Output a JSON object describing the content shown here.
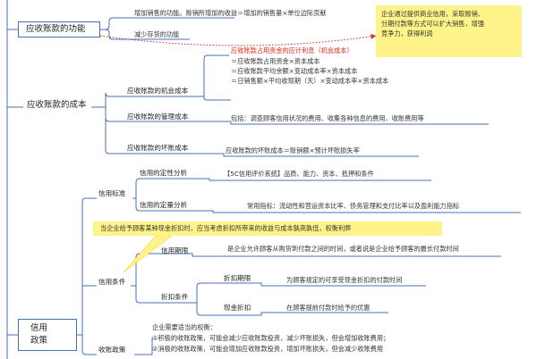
{
  "root": {
    "functions_title": "应收账款的功能",
    "functions": [
      "增加销售的功能。赊销所增加的收益＝增加的销售量×单位边际贡献",
      "减少存货的功能"
    ],
    "note_credit": [
      "企业通过提供商业信用，采取赊销、",
      "分期付款等方式可以扩大销售，增强",
      "竞争力，获得利润"
    ],
    "cost_title": "应收账款的成本",
    "opportunity_cost": {
      "label": "应收账款的机会成本",
      "heading": "应收账款占用资金的应计利息（机会成本）",
      "lines": [
        "＝应收账款占用资金×资本成本",
        "＝应收账款平均余额×变动成本率×资本成本",
        "＝日销售额×平均收现期（天）×变动成本率×资本成本"
      ]
    },
    "management_cost": {
      "label": "应收账款的管理成本",
      "text": "包括：调查顾客信用状况的费用、收集各种信息的费用、收账费用等"
    },
    "bad_debt_cost": {
      "label": "应收账款的坏账成本",
      "text": "应收账款的坏账成本＝赊销额×预计坏账损失率"
    },
    "credit_policy_title": [
      "信用",
      "政策"
    ],
    "credit_standard": {
      "label": "信用标准",
      "qualitative": {
        "label": "信用的定性分析",
        "text": "【5C信用评价系统】品质、能力、资本、抵押和条件"
      },
      "quantitative": {
        "label": "信用的定量分析",
        "text": "常用指标：流动性和营运资本比率、债务管理和支付比率以及盈利能力指标"
      }
    },
    "note_discount": "当企业给予顾客某种现金折扣时，应当考虑折扣所带来的收益与成本孰高孰低，权衡利弊",
    "credit_terms": {
      "label": "信用条件",
      "period": {
        "label": "信用期限",
        "text": "是企业允许顾客从购货到付款之间的时间，或者说是企业给予顾客的最长付款时间"
      },
      "discount": {
        "label": "折扣条件",
        "period": {
          "label": "折扣期限",
          "text": "为顾客规定的可享受现金折扣的付款时间"
        },
        "cash": {
          "label": "现金折扣",
          "text": "在顾客提前付款时给予的优惠"
        }
      }
    },
    "collection_policy": {
      "label": "收账政策",
      "lines": [
        "企业需要适当的权衡：",
        "①积极的收账政策，可能会减少应收账款投资，减少坏账损失，但会增加收账费用；",
        "②消极的收账政策，可能会增加应收账款投资，增加坏账损失，但会减少收账费用"
      ]
    }
  },
  "colors": {
    "line": "#4b6fb5",
    "red": "#e0281e",
    "note": "#fff48a"
  }
}
